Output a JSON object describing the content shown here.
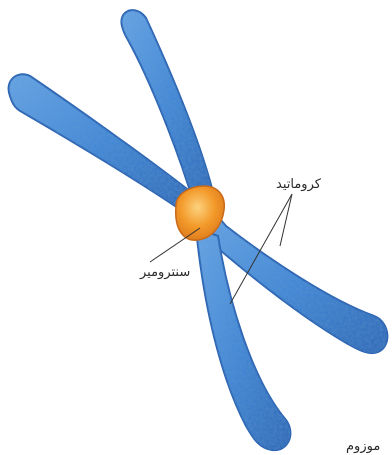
{
  "labels": {
    "chromatid": "کروماتید",
    "centromere": "سنترومیر",
    "caption": "موزوم"
  },
  "colors": {
    "arm_fill": "#3f86d8",
    "arm_edge": "#2a63b3",
    "arm_texture": "#1f4f9a",
    "centromere_fill": "#f39a2a",
    "centromere_highlight": "#fbc46a",
    "leader_line": "#333333"
  },
  "icons": [
    "chromosome-illustration"
  ]
}
